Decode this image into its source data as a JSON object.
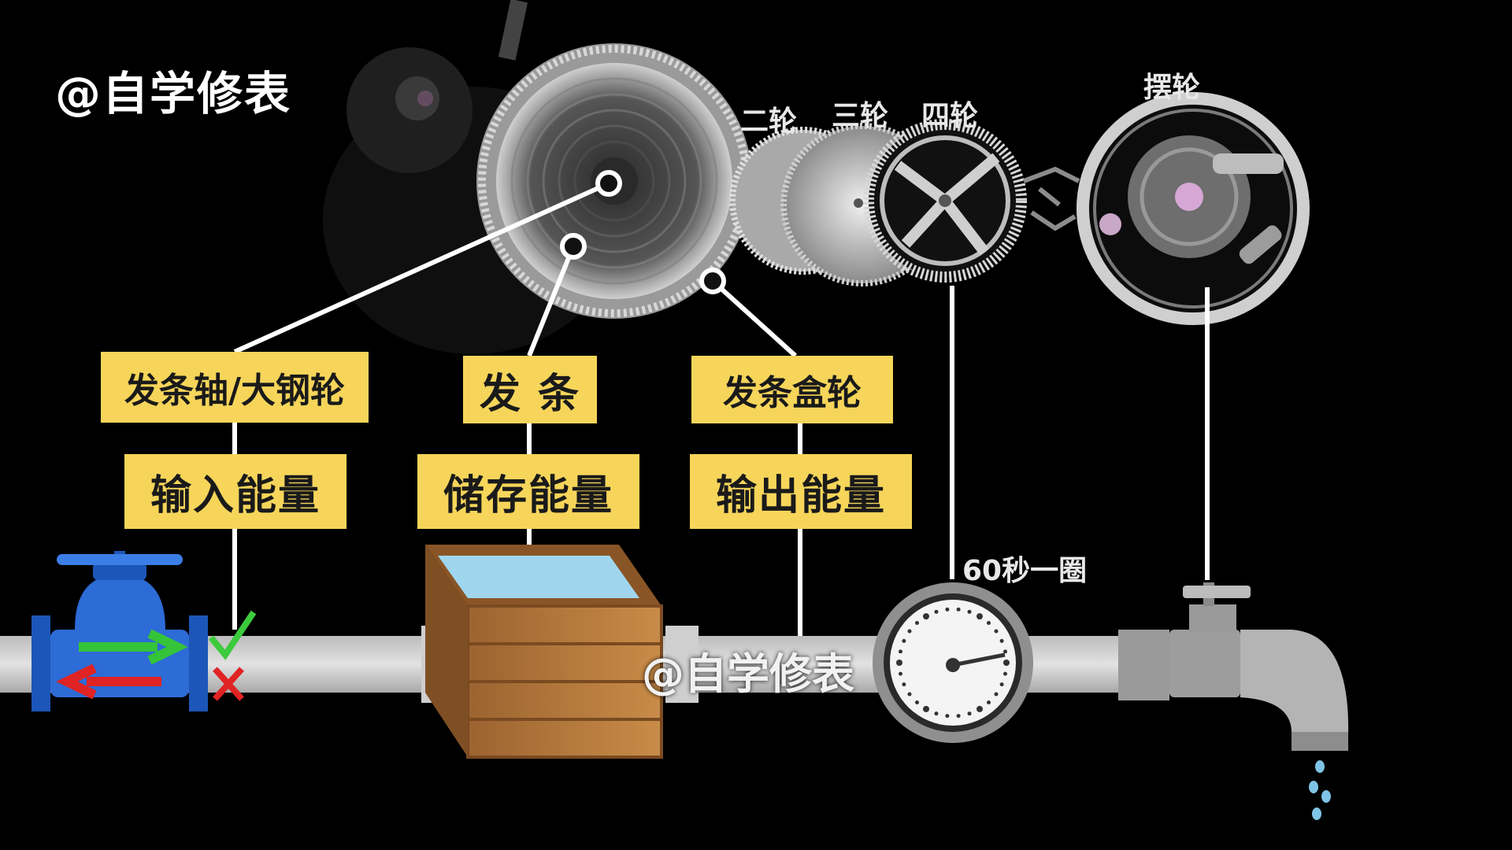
{
  "watermark_top": "@自学修表",
  "watermark_center": "@自学修表",
  "gear_labels": {
    "second_wheel": "二轮",
    "third_wheel": "三轮",
    "fourth_wheel": "四轮",
    "balance_wheel": "摆轮"
  },
  "components": [
    {
      "name": "发条轴/大钢轮",
      "role": "输入能量"
    },
    {
      "name": "发 条",
      "role": "储存能量"
    },
    {
      "name": "发条盒轮",
      "role": "输出能量"
    }
  ],
  "meter_label": "60秒一圈",
  "colors": {
    "label_box": "#f6d55a",
    "pipe": "#d6d6d6",
    "valve": "#2d6bd6",
    "water": "#9fd6ee",
    "crate": "#b3793a",
    "check_ok": "#3ccb3c",
    "check_bad": "#e02323"
  }
}
